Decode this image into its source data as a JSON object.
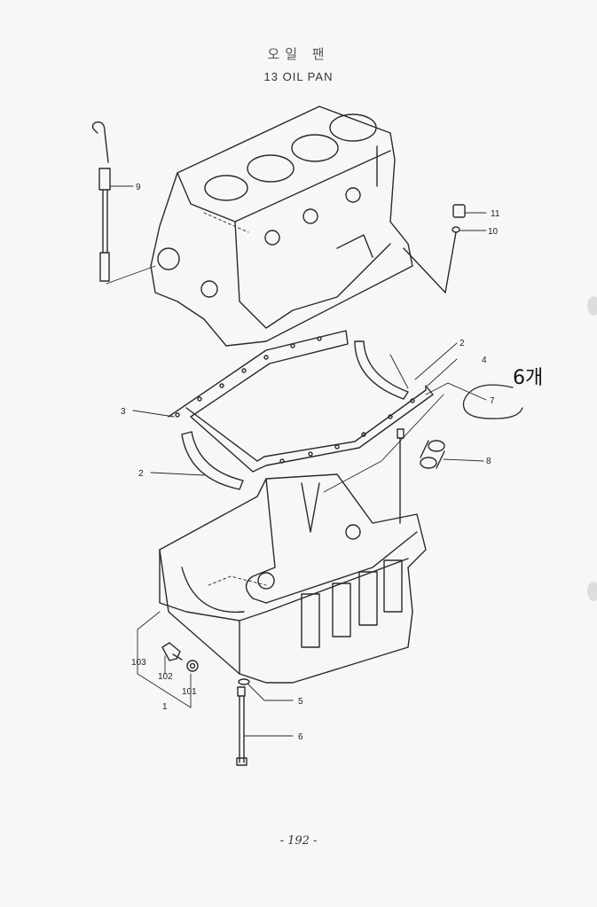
{
  "header": {
    "title_kr": "오일 팬",
    "title_en": "13 OIL PAN"
  },
  "annotation": {
    "handwritten_note": "6개"
  },
  "callouts": [
    {
      "id": "9",
      "label": "9"
    },
    {
      "id": "11",
      "label": "11"
    },
    {
      "id": "10",
      "label": "10"
    },
    {
      "id": "2a",
      "label": "2"
    },
    {
      "id": "4",
      "label": "4"
    },
    {
      "id": "7",
      "label": "7"
    },
    {
      "id": "3",
      "label": "3"
    },
    {
      "id": "8",
      "label": "8"
    },
    {
      "id": "2b",
      "label": "2"
    },
    {
      "id": "103",
      "label": "103"
    },
    {
      "id": "102",
      "label": "102"
    },
    {
      "id": "101",
      "label": "101"
    },
    {
      "id": "1",
      "label": "1"
    },
    {
      "id": "5",
      "label": "5"
    },
    {
      "id": "6",
      "label": "6"
    }
  ],
  "footer": {
    "page_number": "- 192 -"
  }
}
